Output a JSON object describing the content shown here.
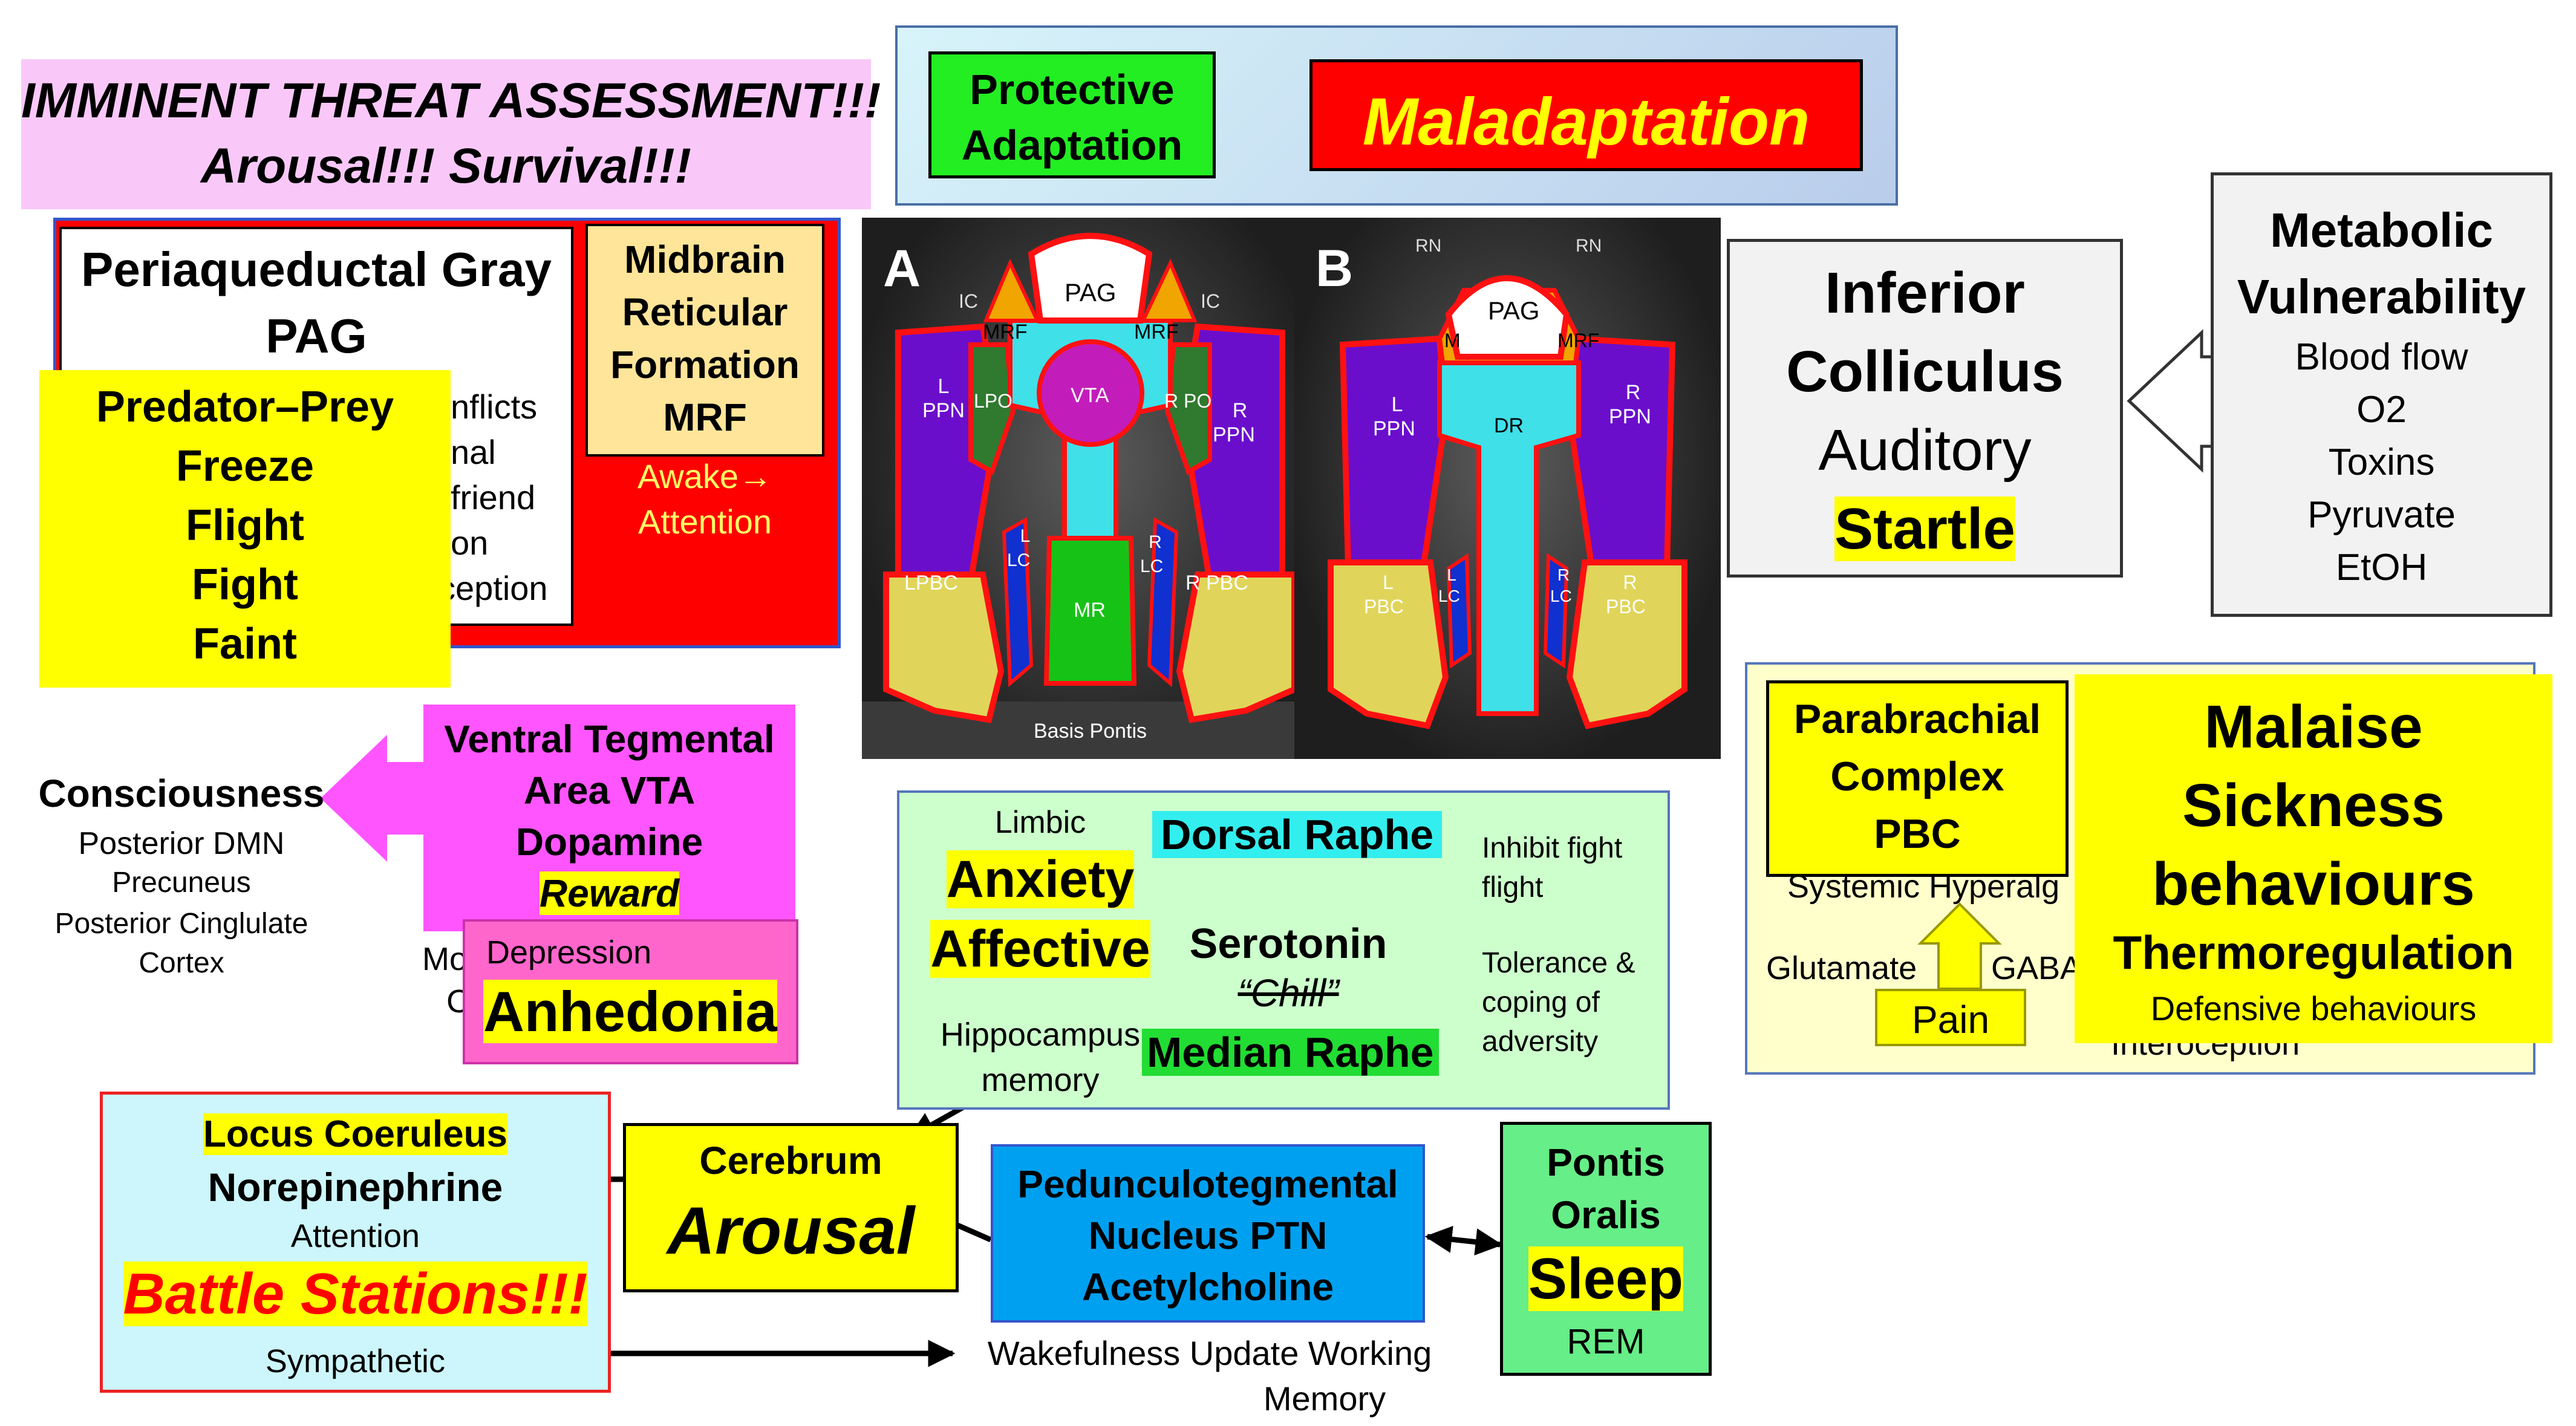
{
  "threat": {
    "line1": "IMMINENT THREAT ASSESSMENT!!!",
    "line2": "Arousal!!! Survival!!!"
  },
  "adaptation": {
    "protective": [
      "Protective",
      "Adaptation"
    ],
    "maladaptation": "Maladaptation"
  },
  "pag": {
    "title": [
      "Periaqueductal Gray",
      "PAG"
    ],
    "hidden_fragments": [
      "nflicts",
      "nal",
      "friend",
      "on",
      "ception"
    ]
  },
  "predator": {
    "lines": [
      "Predator–Prey",
      "Freeze",
      "Flight",
      "Fight",
      "Faint"
    ]
  },
  "mrf": {
    "title": [
      "Midbrain",
      "Reticular",
      "Formation",
      "MRF"
    ],
    "awake": "Awake→",
    "attention": "Attention"
  },
  "brain_a": {
    "panel": "A",
    "labels": {
      "pag": "PAG",
      "ic_l": "IC",
      "ic_r": "IC",
      "mrf_l": "MRF",
      "mrf_r": "MRF",
      "l_ppn": [
        "L",
        "PPN"
      ],
      "r_ppn": [
        "R",
        "PPN"
      ],
      "lpo": "LPO",
      "rpo": "R PO",
      "vta": "VTA",
      "lpbc": "LPBC",
      "rpbc": "R PBC",
      "l_lc": [
        "L",
        "LC"
      ],
      "r_lc": [
        "R",
        "LC"
      ],
      "mr": "MR",
      "basis": "Basis Pontis"
    }
  },
  "brain_b": {
    "panel": "B",
    "labels": {
      "rn_l": "RN",
      "rn_r": "RN",
      "pag": "PAG",
      "mrf": "MRF",
      "m": "M",
      "l_ppn": [
        "L",
        "PPN"
      ],
      "r_ppn": [
        "R",
        "PPN"
      ],
      "dr": "DR",
      "l_pbc": [
        "L",
        "PBC"
      ],
      "r_pbc": [
        "R",
        "PBC"
      ],
      "l_lc": [
        "L",
        "LC"
      ],
      "r_lc": [
        "R",
        "LC"
      ]
    }
  },
  "ic": {
    "lines": [
      "Inferior",
      "Colliculus",
      "Auditory",
      "Startle"
    ]
  },
  "metabolic": {
    "title": [
      "Metabolic",
      "Vulnerability"
    ],
    "items": [
      "Blood flow",
      "O2",
      "Toxins",
      "Pyruvate",
      "EtOH"
    ]
  },
  "consciousness": {
    "title": "Consciousness",
    "items": [
      "Posterior DMN",
      "Precuneus",
      "Posterior Cinglulate",
      "Cortex"
    ]
  },
  "vta": {
    "title": [
      "Ventral Tegmental",
      "Area VTA",
      "Dopamine"
    ],
    "reward": "Reward",
    "hidden": [
      "Mo",
      "C"
    ]
  },
  "anhedonia": {
    "depression": "Depression",
    "title": "Anhedonia"
  },
  "raphe": {
    "limbic": "Limbic",
    "dorsal": "Dorsal Raphe",
    "anxiety": "Anxiety",
    "affective": "Affective",
    "serotonin": "Serotonin",
    "chill": "“Chill”",
    "hippocampus": "Hippocampus",
    "memory": "memory",
    "median": "Median Raphe",
    "inhibit": [
      "Inhibit fight",
      "flight"
    ],
    "tolerance": [
      "Tolerance &",
      "coping of",
      "adversity"
    ]
  },
  "pbc": {
    "title": [
      "Parabrachial",
      "Complex",
      "PBC"
    ],
    "systemic": "Systemic Hyperalg",
    "glutamate": "Glutamate",
    "gaba": "GABA",
    "pain": "Pain",
    "interoception": "Interoception"
  },
  "malaise": {
    "lines": [
      "Malaise",
      "Sickness",
      "behaviours"
    ],
    "thermo": "Thermoregulation",
    "defensive": "Defensive behaviours"
  },
  "lc": {
    "title": "Locus Coeruleus",
    "ne": "Norepinephrine",
    "attention": "Attention",
    "battle": "Battle Stations!!!",
    "sympathetic": "Sympathetic"
  },
  "cerebrum": {
    "title": "Cerebrum",
    "arousal": "Arousal"
  },
  "ptn": {
    "lines": [
      "Pedunculotegmental",
      "Nucleus PTN",
      "Acetylcholine"
    ]
  },
  "wake": {
    "line1": "Wakefulness  Update Working",
    "line2": "Memory"
  },
  "pontis": {
    "lines": [
      "Pontis",
      "Oralis"
    ],
    "sleep": "Sleep",
    "rem": "REM"
  },
  "colors": {
    "yellow": "#ffff00",
    "red": "#ff0000",
    "green": "#00ee00",
    "magenta": "#ff55ff",
    "pink_box": "#ff66cc",
    "cyan": "#33eeee",
    "blue": "#00a0f0",
    "light_green": "#ccffcc",
    "light_blue": "#ccf6fb",
    "sleep_green": "#66ee88",
    "threat_pink": "#f9c8f9",
    "gray": "#f2f2f2"
  }
}
